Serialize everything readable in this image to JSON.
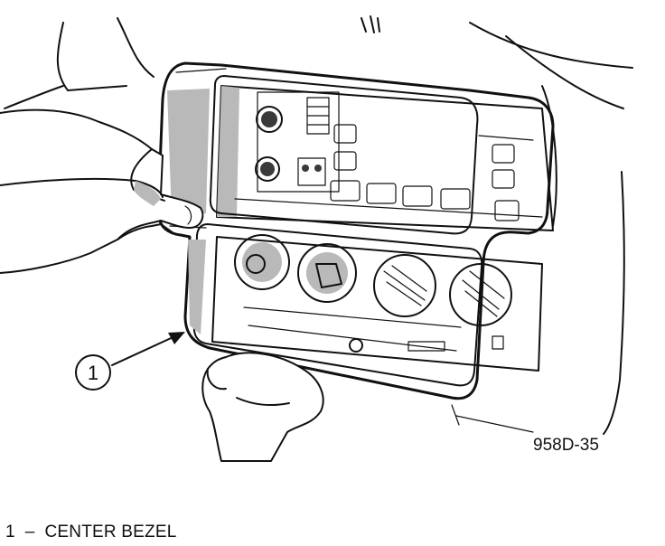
{
  "callout": {
    "number": "1"
  },
  "figure_id": "958D-35",
  "legend": {
    "number": "1",
    "separator": "–",
    "label": "CENTER BEZEL"
  },
  "colors": {
    "ink": "#111111",
    "shading": "#b9b9b9",
    "background": "#ffffff"
  }
}
